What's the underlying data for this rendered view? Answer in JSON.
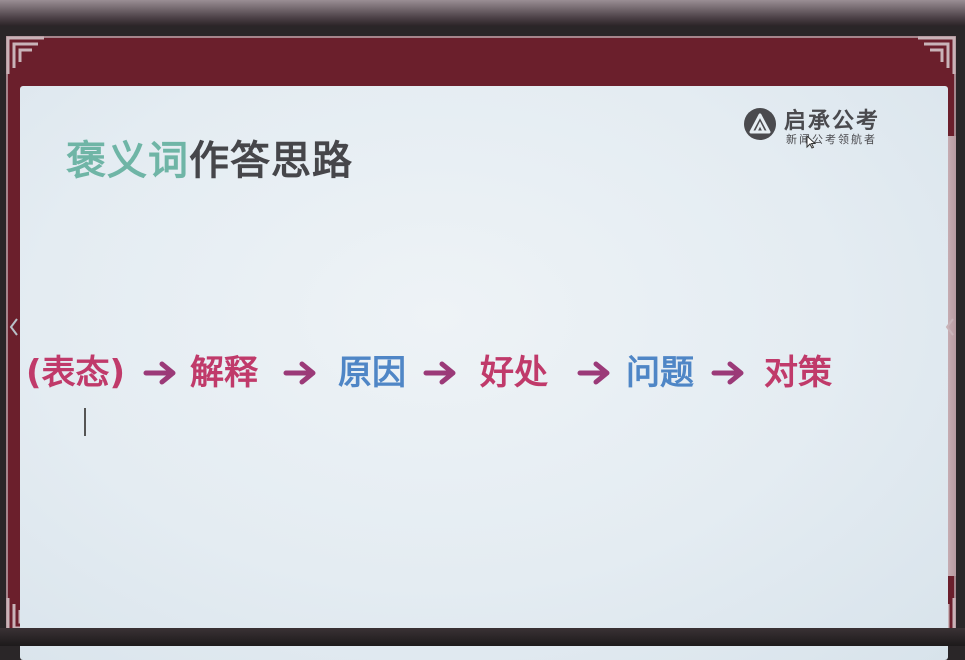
{
  "slide": {
    "title_highlight": "褒义词",
    "title_rest": "作答思路"
  },
  "brand": {
    "name": "启承公考",
    "slogan": "新闻公考领航者"
  },
  "flow": {
    "steps": [
      {
        "label": "(表态)",
        "color": "#c03a6a"
      },
      {
        "label": "解释",
        "color": "#c03a6a"
      },
      {
        "label": "原因",
        "color": "#4f86c6"
      },
      {
        "label": "好处",
        "color": "#c03a6a"
      },
      {
        "label": "问题",
        "color": "#4f86c6"
      },
      {
        "label": "对策",
        "color": "#c03a6a"
      }
    ],
    "arrow_color": "#9b3a78"
  },
  "icons": {
    "brand_logo": "brand-logo-icon",
    "arrow": "arrow-right-icon",
    "cursor": "mouse-pointer-icon",
    "chevron_left": "chevron-left-icon"
  }
}
